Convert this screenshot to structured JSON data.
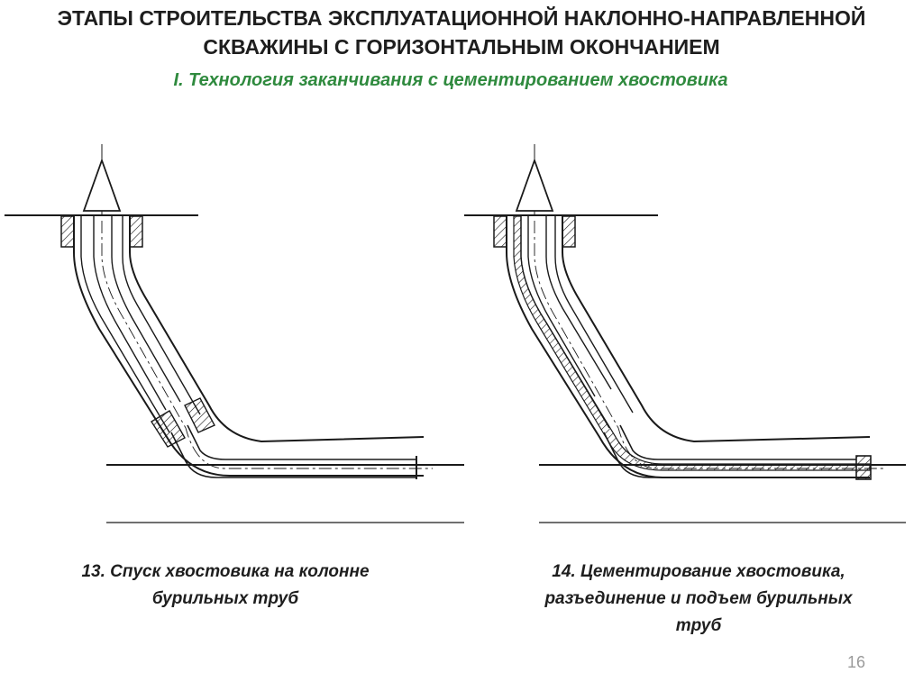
{
  "slide": {
    "title_line1": "ЭТАПЫ СТРОИТЕЛЬСТВА ЭКСПЛУАТАЦИОННОЙ НАКЛОННО-НАПРАВЛЕННОЙ",
    "title_line2": "СКВАЖИНЫ С ГОРИЗОНТАЛЬНЫМ ОКОНЧАНИЕМ",
    "subtitle": "I. Технология заканчивания  с цементированием хвостовика",
    "page_number": "16"
  },
  "diagrams": [
    {
      "id": "13",
      "caption_line1": "13. Спуск хвостовика на колонне",
      "caption_line2": "бурильных труб"
    },
    {
      "id": "14",
      "caption_line1": "14. Цементирование хвостовика,",
      "caption_line2": "разъединение и подъем бурильных",
      "caption_line3": "труб"
    }
  ],
  "colors": {
    "title": "#1e1e1e",
    "subtitle": "#2f8a3e",
    "line": "#1a1a1a",
    "page_number": "#9a9a9a"
  }
}
